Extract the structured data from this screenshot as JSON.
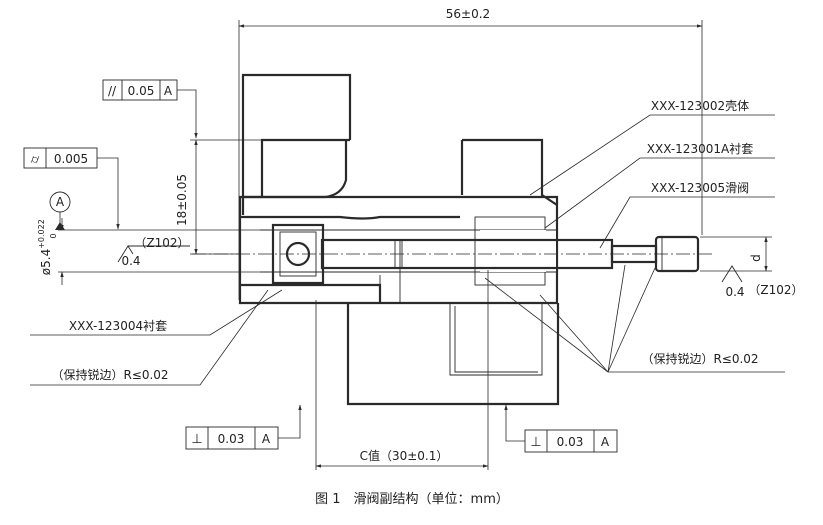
{
  "labels": {
    "overall_width": "56±0.2",
    "height_dim": "18±0.05",
    "diameter_dim": "ø5.4",
    "diameter_tol_upper": "+0.022",
    "diameter_tol_lower": "0",
    "c_value": "C值（30±0.1）",
    "d_label": "d",
    "part_shell": "XXX-123002壳体",
    "part_sleeve_a": "XXX-123001A衬套",
    "part_valve": "XXX-123005滑阀",
    "part_sleeve_4": "XXX-123004衬套",
    "sharp_edge_left": "（保持锐边）R≤0.02",
    "sharp_edge_right": "（保持锐边）R≤0.02",
    "rough_left_value": "0.4",
    "rough_left_note": "（Z102）",
    "rough_right_value": "0.4",
    "rough_right_note": "（Z102）",
    "datum": "A",
    "caption": "图 1　滑阀副结构（单位：mm）"
  },
  "tolerance_frames": {
    "parallel": {
      "symbol": "//",
      "value": "0.05",
      "datum": "A"
    },
    "cylindricity": {
      "symbol": "⌭",
      "value": "0.005"
    },
    "perp_left": {
      "symbol": "⊥",
      "value": "0.03",
      "datum": "A"
    },
    "perp_right": {
      "symbol": "⊥",
      "value": "0.03",
      "datum": "A"
    }
  }
}
